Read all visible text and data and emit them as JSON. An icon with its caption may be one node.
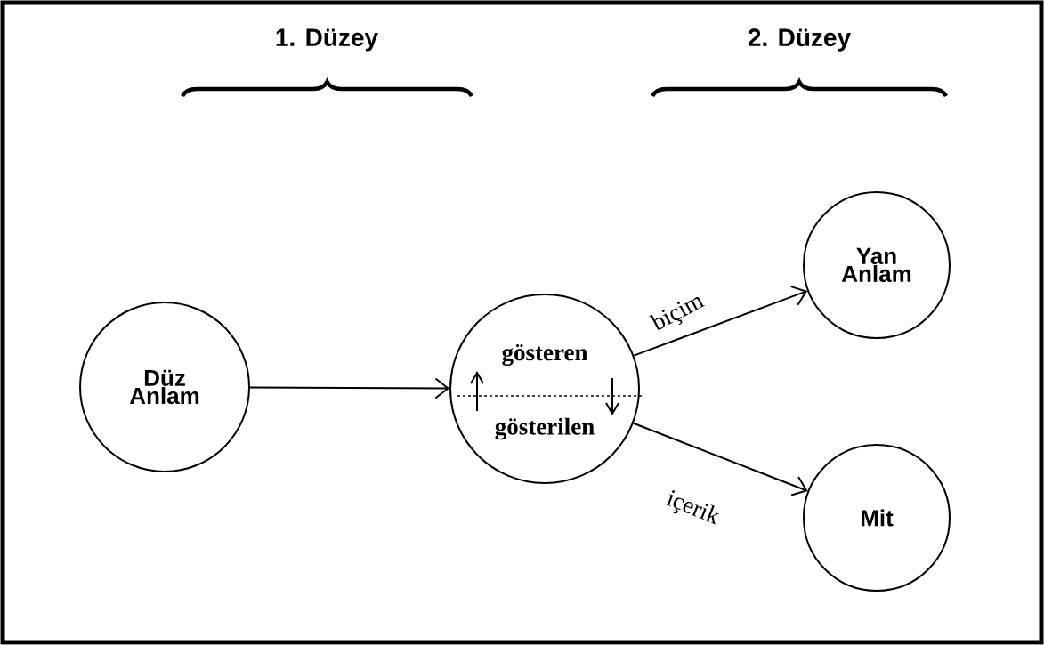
{
  "diagram": {
    "nodes": [
      {
        "text": [
          "Düz Anlam"
        ]
      },
      {
        "text": [
          "gösteren",
          "gösterilen"
        ]
      },
      {
        "text": [
          "Yan Anlam"
        ]
      },
      {
        "text": [
          "Mit"
        ]
      }
    ],
    "edges": [
      {
        "from": 0,
        "to": 1,
        "arrow": "to"
      },
      {
        "from": 1,
        "to": 2,
        "arrow": "to",
        "label": "biçim"
      },
      {
        "from": 1,
        "to": 3,
        "arrow": "to",
        "label": "içerik"
      }
    ],
    "labels": [
      "1. Düzey",
      "2. Düzey"
    ]
  }
}
